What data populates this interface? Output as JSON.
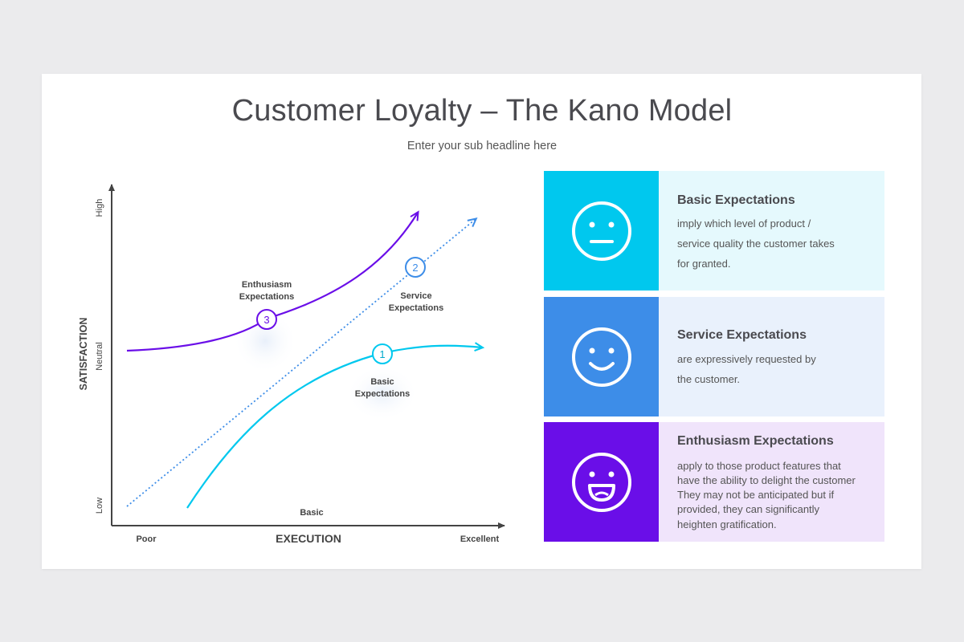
{
  "title": "Customer Loyalty – The Kano Model",
  "subtitle": "Enter your sub headline here",
  "colors": {
    "cyan": "#00c8ee",
    "blue": "#3d8de8",
    "purple": "#6a0ee8",
    "cyan_light": "#e5f9fd",
    "blue_light": "#e9f1fc",
    "purple_light": "#f0e4fb"
  },
  "diagram": {
    "y_axis_label": "SATISFACTION",
    "x_axis_label": "EXECUTION",
    "y_ticks": [
      "High",
      "Neutral",
      "Low"
    ],
    "x_ticks": [
      "Poor",
      "Basic",
      "Excellent"
    ],
    "curves": [
      {
        "number": "1",
        "label_line1": "Basic",
        "label_line2": "Expectations",
        "color": "#00c8ee"
      },
      {
        "number": "2",
        "label_line1": "Service",
        "label_line2": "Expectations",
        "color": "#3d8de8"
      },
      {
        "number": "3",
        "label_line1": "Enthusiasm",
        "label_line2": "Expectations",
        "color": "#6a0ee8"
      }
    ]
  },
  "cards": [
    {
      "title": "Basic Expectations",
      "lines": [
        "imply which level of product /",
        "service quality the customer takes",
        "for granted."
      ],
      "icon": "neutral-face-icon",
      "color": "#00c8ee",
      "bg": "#e5f9fd"
    },
    {
      "title": "Service Expectations",
      "lines": [
        "are expressively requested by",
        "the customer."
      ],
      "icon": "smiling-face-icon",
      "color": "#3d8de8",
      "bg": "#e9f1fc"
    },
    {
      "title": "Enthusiasm Expectations",
      "lines": [
        "apply to those product features that",
        "have the ability to delight the customer",
        "They may not be anticipated but if",
        "provided, they can significantly",
        "heighten gratification."
      ],
      "icon": "laughing-face-icon",
      "color": "#6a0ee8",
      "bg": "#f0e4fb"
    }
  ]
}
